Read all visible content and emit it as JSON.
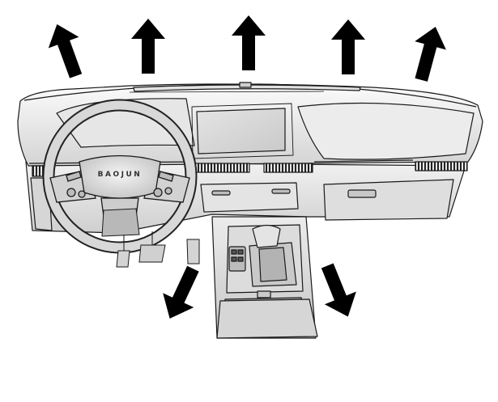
{
  "figure": {
    "steering_wheel_badge": "BAOJUN",
    "arrows_up": 5,
    "arrows_down": 2,
    "colors": {
      "line": "#1a1a1a",
      "arrow": "#000000",
      "dash_light": "#f0f0f0",
      "dash_mid": "#d9d9d9",
      "dash_dark": "#a8a8a8",
      "background": "#ffffff"
    }
  }
}
